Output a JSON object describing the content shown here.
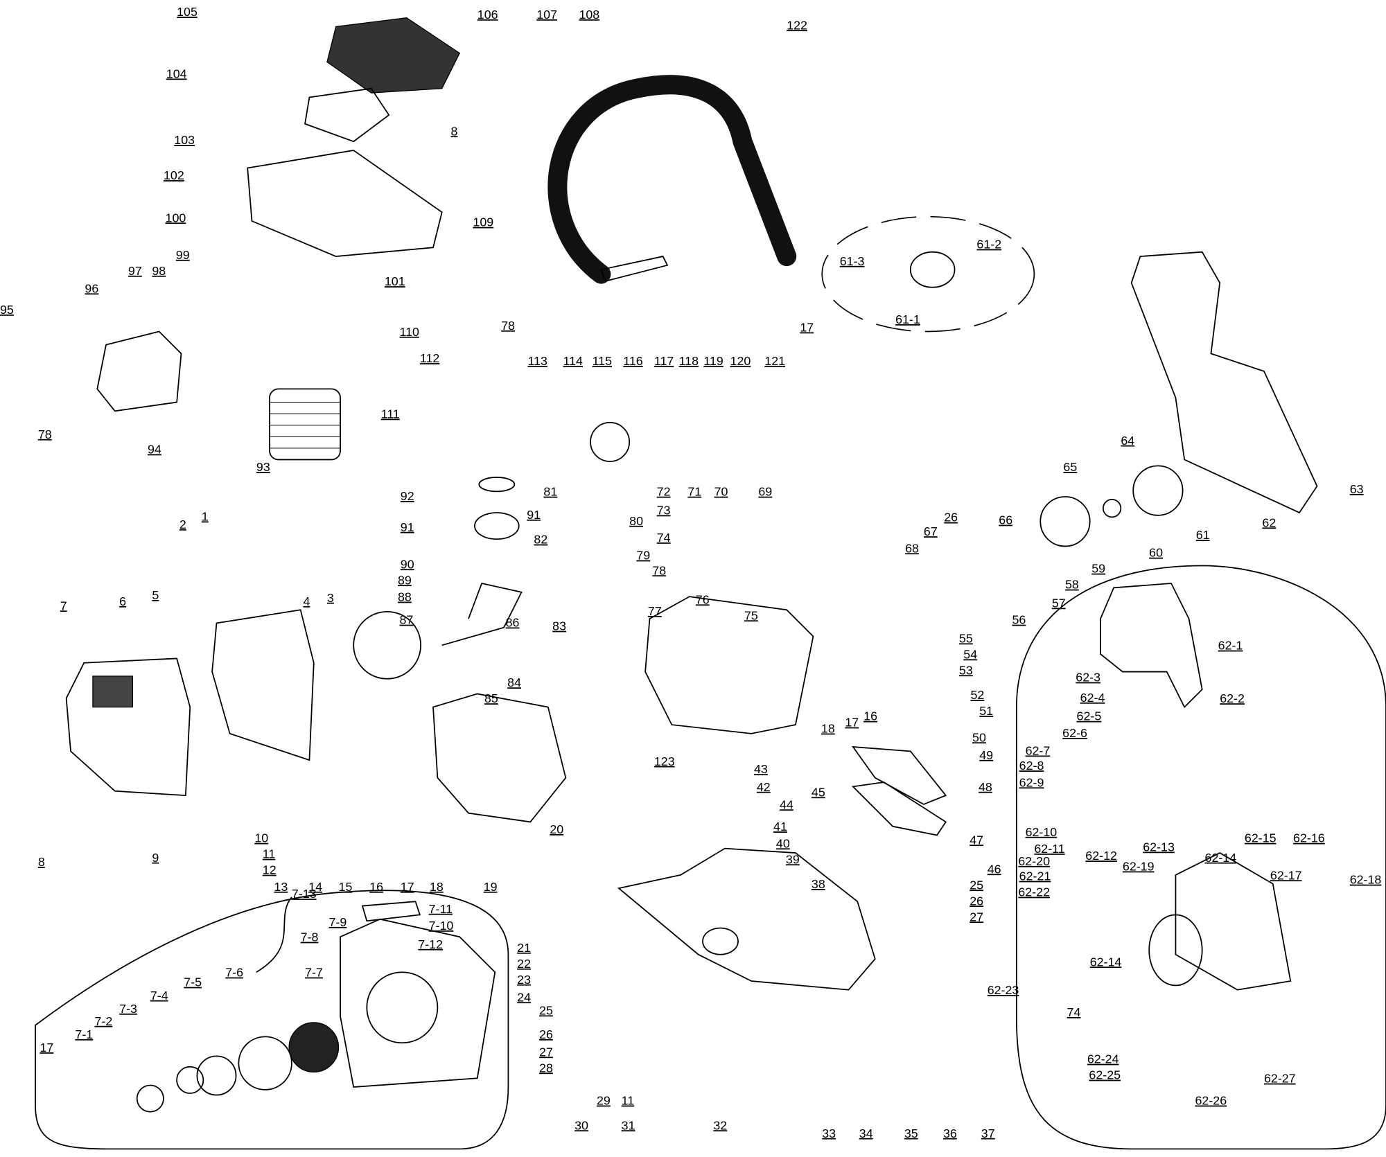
{
  "diagram": {
    "title": "Chainsaw exploded parts diagram",
    "callouts": [
      "105",
      "106",
      "107",
      "108",
      "122",
      "104",
      "8",
      "103",
      "102",
      "109",
      "100",
      "101",
      "17",
      "61-3",
      "61-2",
      "61-1",
      "110",
      "78",
      "113",
      "114",
      "115",
      "116",
      "117",
      "118",
      "119",
      "120",
      "121",
      "112",
      "99",
      "98",
      "97",
      "96",
      "95",
      "111",
      "78",
      "94",
      "93",
      "81",
      "92",
      "91",
      "91",
      "90",
      "89",
      "88",
      "82",
      "80",
      "79",
      "78",
      "83",
      "87",
      "86",
      "85",
      "84",
      "72",
      "71",
      "70",
      "69",
      "73",
      "74",
      "76",
      "77",
      "75",
      "26",
      "67",
      "68",
      "66",
      "65",
      "64",
      "63",
      "62",
      "61",
      "60",
      "59",
      "58",
      "57",
      "56",
      "55",
      "54",
      "53",
      "52",
      "51",
      "50",
      "49",
      "48",
      "47",
      "46",
      "16",
      "17",
      "18",
      "45",
      "44",
      "43",
      "42",
      "41",
      "40",
      "39",
      "38",
      "25",
      "26",
      "27",
      "62-1",
      "62-2",
      "62-3",
      "62-4",
      "62-5",
      "62-6",
      "62-7",
      "62-8",
      "62-9",
      "62-10",
      "62-11",
      "62-12",
      "62-13",
      "62-14",
      "62-15",
      "62-16",
      "62-17",
      "62-18",
      "62-19",
      "62-20",
      "62-21",
      "62-22",
      "62-14",
      "62-23",
      "74",
      "62-24",
      "62-25",
      "62-26",
      "62-27",
      "7",
      "6",
      "5",
      "4",
      "3",
      "2",
      "1",
      "8",
      "9",
      "10",
      "11",
      "12",
      "13",
      "14",
      "15",
      "16",
      "17",
      "18",
      "19",
      "20",
      "21",
      "22",
      "23",
      "24",
      "123",
      "25",
      "26",
      "27",
      "28",
      "29",
      "11",
      "30",
      "31",
      "32",
      "33",
      "34",
      "35",
      "36",
      "37",
      "7-13",
      "7-11",
      "7-10",
      "7-9",
      "7-8",
      "7-12",
      "7-7",
      "7-6",
      "7-5",
      "7-4",
      "7-3",
      "7-2",
      "7-1",
      "17"
    ]
  }
}
